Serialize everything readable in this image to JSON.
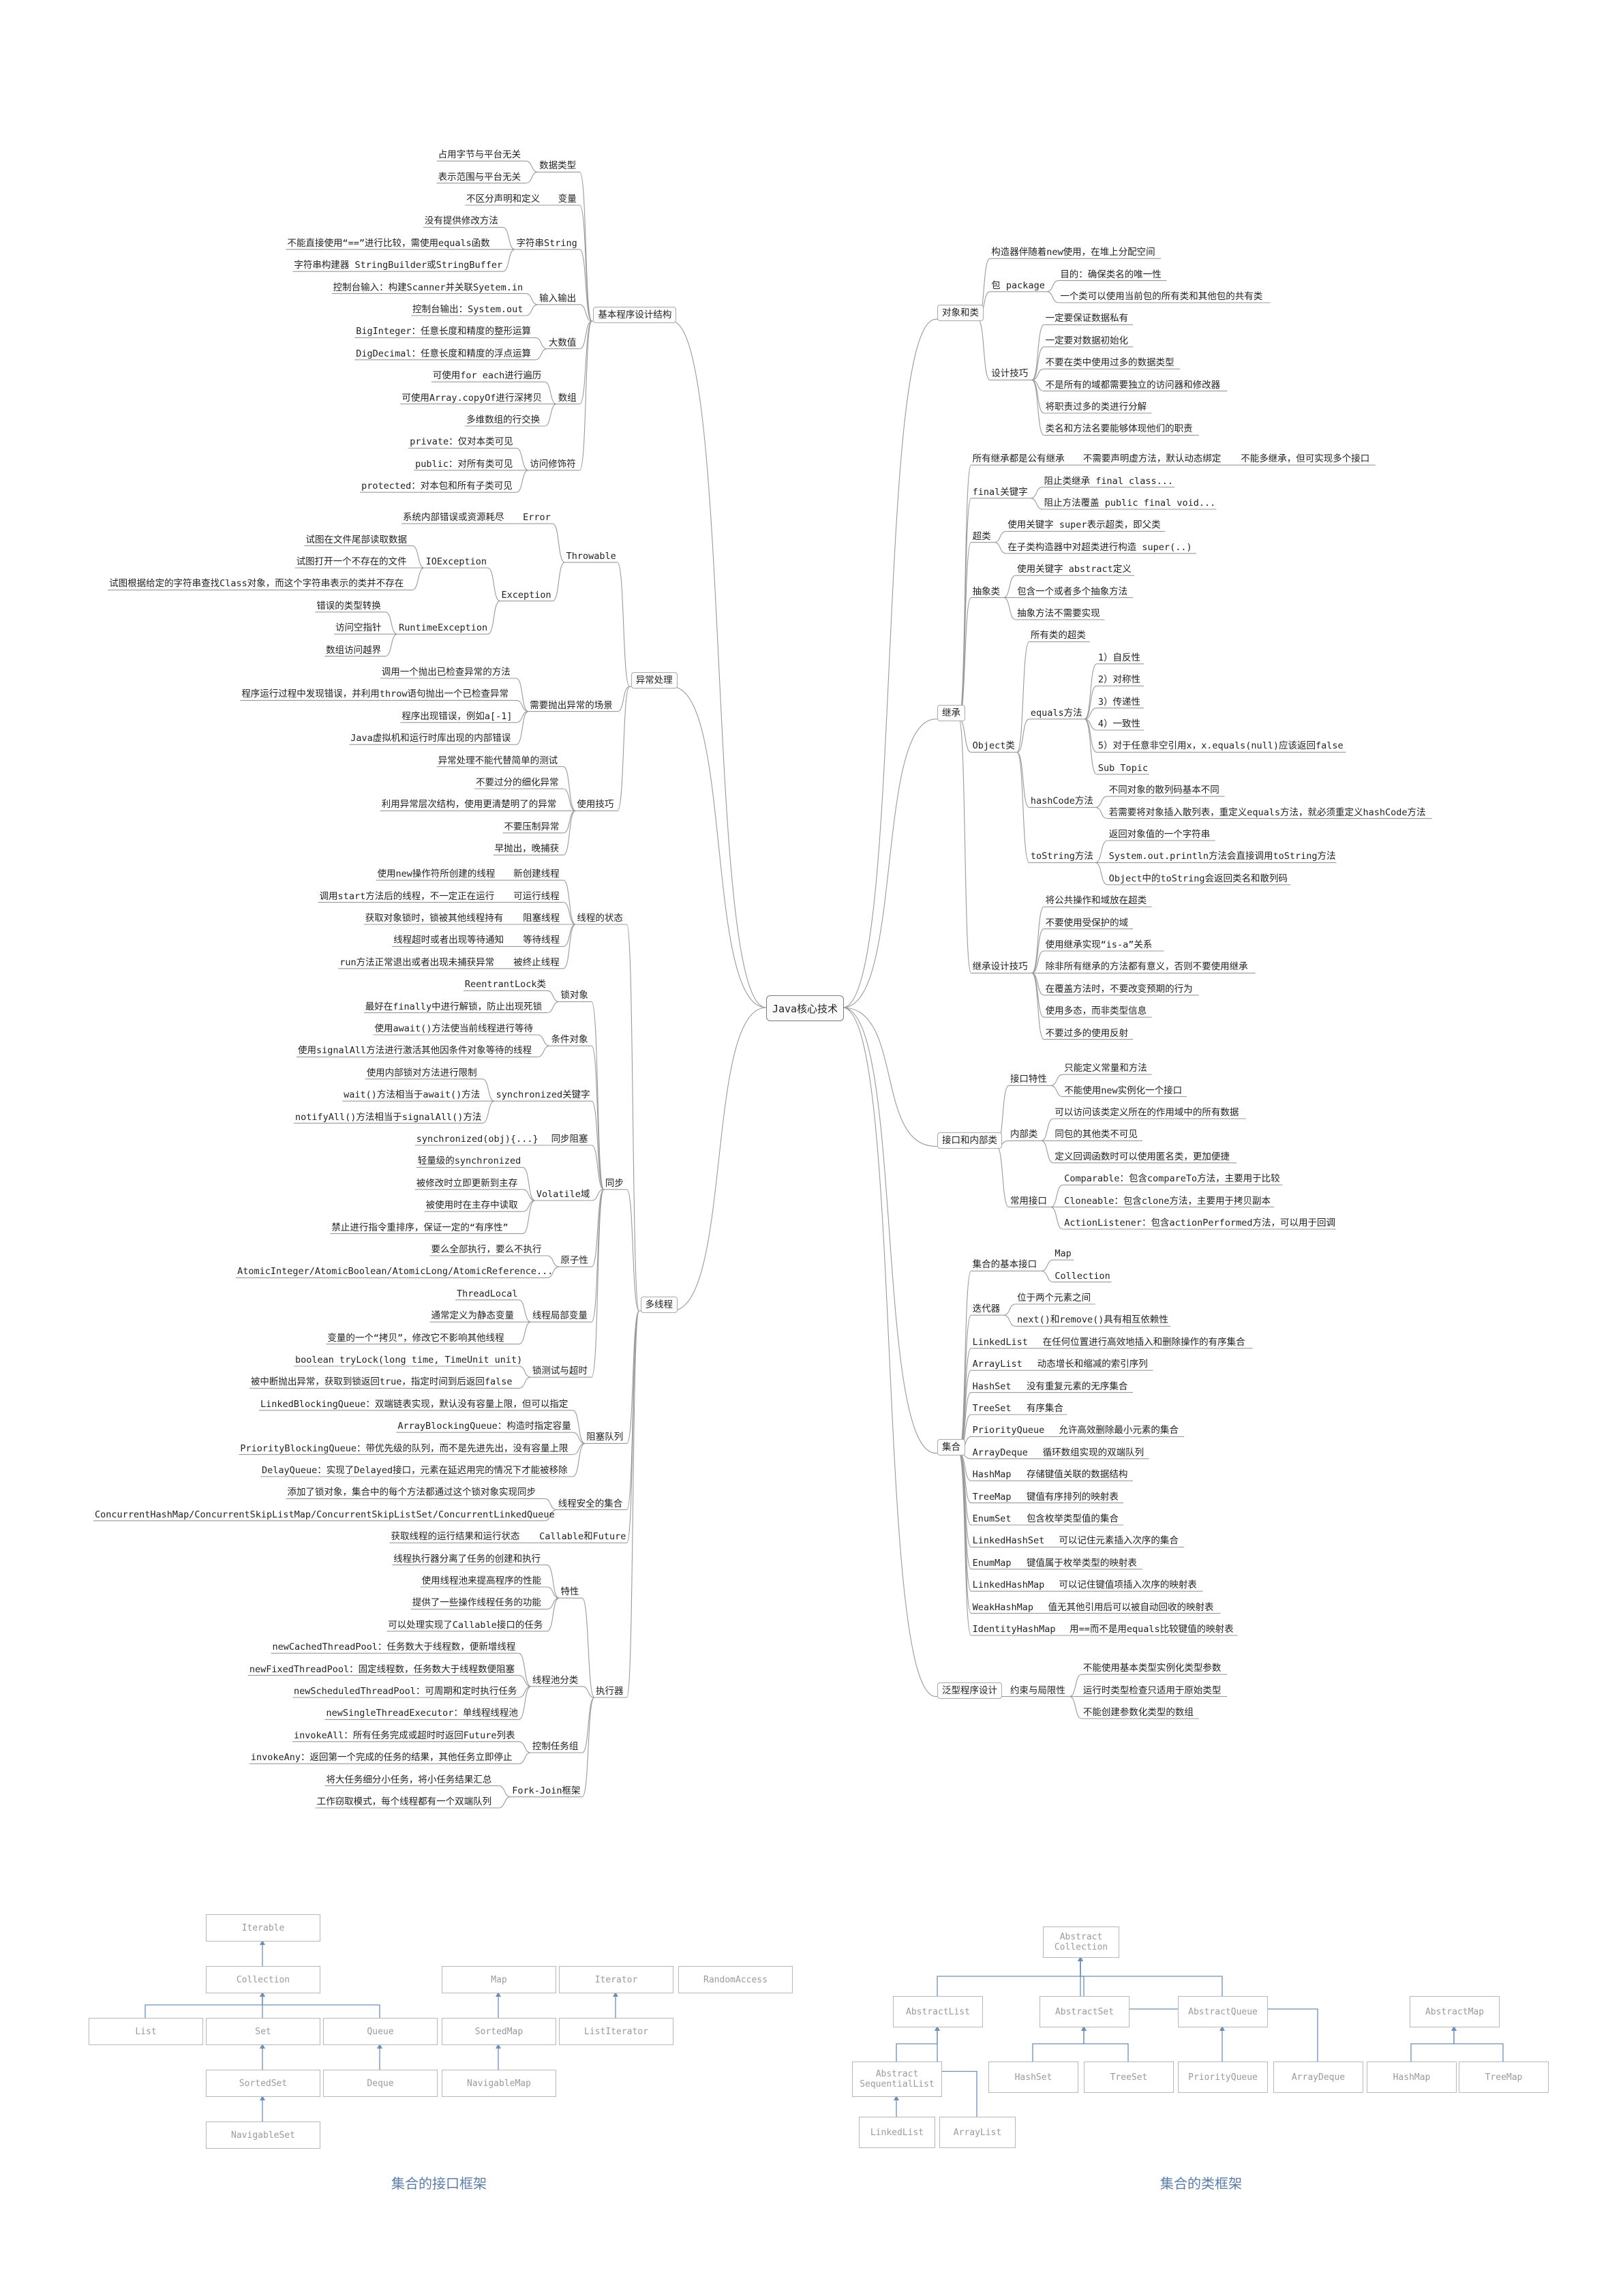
{
  "root": "Java核心技术",
  "left": [
    {
      "label": "基本程序设计结构",
      "children": [
        {
          "label": "数据类型",
          "children": [
            {
              "label": "占用字节与平台无关"
            },
            {
              "label": "表示范围与平台无关"
            }
          ]
        },
        {
          "label": "变量",
          "children": [
            {
              "label": "不区分声明和定义"
            }
          ]
        },
        {
          "label": "字符串String",
          "children": [
            {
              "label": "没有提供修改方法"
            },
            {
              "label": "不能直接使用“==”进行比较，需使用equals函数"
            },
            {
              "label": "字符串构建器 StringBuilder或StringBuffer"
            }
          ]
        },
        {
          "label": "输入输出",
          "children": [
            {
              "label": "控制台输入：构建Scanner并关联Syetem.in"
            },
            {
              "label": "控制台输出：System.out"
            }
          ]
        },
        {
          "label": "大数值",
          "children": [
            {
              "label": "BigInteger：任意长度和精度的整形运算"
            },
            {
              "label": "DigDecimal：任意长度和精度的浮点运算"
            }
          ]
        },
        {
          "label": "数组",
          "children": [
            {
              "label": "可使用for each进行遍历"
            },
            {
              "label": "可使用Array.copyOf进行深拷贝"
            },
            {
              "label": "多维数组的行交换"
            }
          ]
        },
        {
          "label": "访问修饰符",
          "children": [
            {
              "label": "private：仅对本类可见"
            },
            {
              "label": "public：对所有类可见"
            },
            {
              "label": "protected：对本包和所有子类可见"
            }
          ]
        }
      ]
    },
    {
      "label": "异常处理",
      "children": [
        {
          "label": "Throwable",
          "children": [
            {
              "label": "Error",
              "children": [
                {
                  "label": "系统内部错误或资源耗尽"
                }
              ]
            },
            {
              "label": "Exception",
              "children": [
                {
                  "label": "IOException",
                  "children": [
                    {
                      "label": "试图在文件尾部读取数据"
                    },
                    {
                      "label": "试图打开一个不存在的文件"
                    },
                    {
                      "label": "试图根据给定的字符串查找Class对象，而这个字符串表示的类并不存在"
                    }
                  ]
                },
                {
                  "label": "RuntimeException",
                  "children": [
                    {
                      "label": "错误的类型转换"
                    },
                    {
                      "label": "访问空指针"
                    },
                    {
                      "label": "数组访问越界"
                    }
                  ]
                }
              ]
            }
          ]
        },
        {
          "label": "需要抛出异常的场景",
          "children": [
            {
              "label": "调用一个抛出已检查异常的方法"
            },
            {
              "label": "程序运行过程中发现错误，并利用throw语句抛出一个已检查异常"
            },
            {
              "label": "程序出现错误，例如a[-1]"
            },
            {
              "label": "Java虚拟机和运行时库出现的内部错误"
            }
          ]
        },
        {
          "label": "使用技巧",
          "children": [
            {
              "label": "异常处理不能代替简单的测试"
            },
            {
              "label": "不要过分的细化异常"
            },
            {
              "label": "利用异常层次结构，使用更清楚明了的异常"
            },
            {
              "label": "不要压制异常"
            },
            {
              "label": "早抛出，晚捕获"
            }
          ]
        }
      ]
    },
    {
      "label": "多线程",
      "children": [
        {
          "label": "线程的状态",
          "children": [
            {
              "label": "新创建线程",
              "children": [
                {
                  "label": "使用new操作符所创建的线程"
                }
              ]
            },
            {
              "label": "可运行线程",
              "children": [
                {
                  "label": "调用start方法后的线程，不一定正在运行"
                }
              ]
            },
            {
              "label": "阻塞线程",
              "children": [
                {
                  "label": "获取对象锁时，锁被其他线程持有"
                }
              ]
            },
            {
              "label": "等待线程",
              "children": [
                {
                  "label": "线程超时或者出现等待通知"
                }
              ]
            },
            {
              "label": "被终止线程",
              "children": [
                {
                  "label": "run方法正常退出或者出现未捕获异常"
                }
              ]
            }
          ]
        },
        {
          "label": "同步",
          "children": [
            {
              "label": "锁对象",
              "children": [
                {
                  "label": "ReentrantLock类"
                },
                {
                  "label": "最好在finally中进行解锁，防止出现死锁"
                }
              ]
            },
            {
              "label": "条件对象",
              "children": [
                {
                  "label": "使用await()方法使当前线程进行等待"
                },
                {
                  "label": "使用signalAll方法进行激活其他因条件对象等待的线程"
                }
              ]
            },
            {
              "label": "synchronized关键字",
              "children": [
                {
                  "label": "使用内部锁对方法进行限制"
                },
                {
                  "label": "wait()方法相当于await()方法"
                },
                {
                  "label": "notifyAll()方法相当于signalAll()方法"
                }
              ]
            },
            {
              "label": "同步阻塞",
              "children": [
                {
                  "label": "synchronized(obj){...}"
                }
              ]
            },
            {
              "label": "Volatile域",
              "children": [
                {
                  "label": "轻量级的synchronized"
                },
                {
                  "label": "被修改时立即更新到主存"
                },
                {
                  "label": "被使用时在主存中读取"
                },
                {
                  "label": "禁止进行指令重排序，保证一定的“有序性”"
                }
              ]
            },
            {
              "label": "原子性",
              "children": [
                {
                  "label": "要么全部执行，要么不执行"
                },
                {
                  "label": "AtomicInteger/AtomicBoolean/AtomicLong/AtomicReference..."
                }
              ]
            },
            {
              "label": "线程局部变量",
              "children": [
                {
                  "label": "ThreadLocal"
                },
                {
                  "label": "通常定义为静态变量"
                },
                {
                  "label": "变量的一个“拷贝”，修改它不影响其他线程"
                }
              ]
            },
            {
              "label": "锁测试与超时",
              "children": [
                {
                  "label": "boolean tryLock(long time, TimeUnit unit)"
                },
                {
                  "label": "被中断抛出异常，获取到锁返回true，指定时间到后返回false"
                }
              ]
            }
          ]
        },
        {
          "label": "阻塞队列",
          "children": [
            {
              "label": "LinkedBlockingQueue：双端链表实现，默认没有容量上限，但可以指定"
            },
            {
              "label": "ArrayBlockingQueue：构造时指定容量"
            },
            {
              "label": "PriorityBlockingQueue：带优先级的队列，而不是先进先出，没有容量上限"
            },
            {
              "label": "DelayQueue：实现了Delayed接口，元素在延迟用完的情况下才能被移除"
            }
          ]
        },
        {
          "label": "线程安全的集合",
          "children": [
            {
              "label": "添加了锁对象，集合中的每个方法都通过这个锁对象实现同步"
            },
            {
              "label": "ConcurrentHashMap/ConcurrentSkipListMap/ConcurrentSkipListSet/ConcurrentLinkedQueue"
            }
          ]
        },
        {
          "label": "Callable和Future",
          "children": [
            {
              "label": "获取线程的运行结果和运行状态"
            }
          ]
        },
        {
          "label": "执行器",
          "children": [
            {
              "label": "特性",
              "children": [
                {
                  "label": "线程执行器分离了任务的创建和执行"
                },
                {
                  "label": "使用线程池来提高程序的性能"
                },
                {
                  "label": "提供了一些操作线程任务的功能"
                },
                {
                  "label": "可以处理实现了Callable接口的任务"
                }
              ]
            },
            {
              "label": "线程池分类",
              "children": [
                {
                  "label": "newCachedThreadPool：任务数大于线程数，便新增线程"
                },
                {
                  "label": "newFixedThreadPool：固定线程数，任务数大于线程数便阻塞"
                },
                {
                  "label": "newScheduledThreadPool：可周期和定时执行任务"
                },
                {
                  "label": "newSingleThreadExecutor：单线程线程池"
                }
              ]
            },
            {
              "label": "控制任务组",
              "children": [
                {
                  "label": "invokeAll：所有任务完成或超时时返回Future列表"
                },
                {
                  "label": "invokeAny：返回第一个完成的任务的结果，其他任务立即停止"
                }
              ]
            },
            {
              "label": "Fork-Join框架",
              "children": [
                {
                  "label": "将大任务细分小任务，将小任务结果汇总"
                },
                {
                  "label": "工作窃取模式，每个线程都有一个双端队列"
                }
              ]
            }
          ]
        }
      ]
    }
  ],
  "right": [
    {
      "label": "对象和类",
      "children": [
        {
          "label": "构造器伴随着new使用，在堆上分配空间"
        },
        {
          "label": "包 package",
          "children": [
            {
              "label": "目的：确保类名的唯一性"
            },
            {
              "label": "一个类可以使用当前包的所有类和其他包的共有类"
            }
          ]
        },
        {
          "label": "设计技巧",
          "children": [
            {
              "label": "一定要保证数据私有"
            },
            {
              "label": "一定要对数据初始化"
            },
            {
              "label": "不要在类中使用过多的数据类型"
            },
            {
              "label": "不是所有的域都需要独立的访问器和修改器"
            },
            {
              "label": "将职责过多的类进行分解"
            },
            {
              "label": "类名和方法名要能够体现他们的职责"
            }
          ]
        }
      ]
    },
    {
      "label": "继承",
      "children": [
        {
          "label": "所有继承都是公有继承",
          "children": [
            {
              "label": "不需要声明虚方法，默认动态绑定",
              "children": [
                {
                  "label": "不能多继承，但可实现多个接口"
                }
              ]
            }
          ]
        },
        {
          "label": "final关键字",
          "children": [
            {
              "label": "阻止类继承 final class..."
            },
            {
              "label": "阻止方法覆盖 public final void..."
            }
          ]
        },
        {
          "label": "超类",
          "children": [
            {
              "label": "使用关键字 super表示超类，即父类"
            },
            {
              "label": "在子类构造器中对超类进行构造 super(..)"
            }
          ]
        },
        {
          "label": "抽象类",
          "children": [
            {
              "label": "使用关键字 abstract定义"
            },
            {
              "label": "包含一个或者多个抽象方法"
            },
            {
              "label": "抽象方法不需要实现"
            }
          ]
        },
        {
          "label": "Object类",
          "children": [
            {
              "label": "所有类的超类"
            },
            {
              "label": "equals方法",
              "children": [
                {
                  "label": "1）自反性"
                },
                {
                  "label": "2）对称性"
                },
                {
                  "label": "3）传递性"
                },
                {
                  "label": "4）一致性"
                },
                {
                  "label": "5）对于任意非空引用x，x.equals(null)应该返回false"
                },
                {
                  "label": "Sub Topic"
                }
              ]
            },
            {
              "label": "hashCode方法",
              "children": [
                {
                  "label": "不同对象的散列码基本不同"
                },
                {
                  "label": "若需要将对象插入散列表，重定义equals方法，就必须重定义hashCode方法"
                }
              ]
            },
            {
              "label": "toString方法",
              "children": [
                {
                  "label": "返回对象值的一个字符串"
                },
                {
                  "label": "System.out.println方法会直接调用toString方法"
                },
                {
                  "label": "Object中的toString会返回类名和散列码"
                }
              ]
            }
          ]
        },
        {
          "label": "继承设计技巧",
          "children": [
            {
              "label": "将公共操作和域放在超类"
            },
            {
              "label": "不要使用受保护的域"
            },
            {
              "label": "使用继承实现“is-a”关系"
            },
            {
              "label": "除非所有继承的方法都有意义，否则不要使用继承"
            },
            {
              "label": "在覆盖方法时，不要改变预期的行为"
            },
            {
              "label": "使用多态，而非类型信息"
            },
            {
              "label": "不要过多的使用反射"
            }
          ]
        }
      ]
    },
    {
      "label": "接口和内部类",
      "children": [
        {
          "label": "接口特性",
          "children": [
            {
              "label": "只能定义常量和方法"
            },
            {
              "label": "不能使用new实例化一个接口"
            }
          ]
        },
        {
          "label": "内部类",
          "children": [
            {
              "label": "可以访问该类定义所在的作用域中的所有数据"
            },
            {
              "label": "同包的其他类不可见"
            },
            {
              "label": "定义回调函数时可以使用匿名类，更加便捷"
            }
          ]
        },
        {
          "label": "常用接口",
          "children": [
            {
              "label": "Comparable：包含compareTo方法，主要用于比较"
            },
            {
              "label": "Cloneable：包含clone方法，主要用于拷贝副本"
            },
            {
              "label": "ActionListener：包含actionPerformed方法，可以用于回调"
            }
          ]
        }
      ]
    },
    {
      "label": "集合",
      "children": [
        {
          "label": "集合的基本接口",
          "children": [
            {
              "label": "Map"
            },
            {
              "label": "Collection"
            }
          ]
        },
        {
          "label": "迭代器",
          "children": [
            {
              "label": "位于两个元素之间"
            },
            {
              "label": "next()和remove()具有相互依赖性"
            }
          ]
        },
        {
          "label": "LinkedList",
          "children": [
            {
              "label": "在任何位置进行高效地插入和删除操作的有序集合"
            }
          ]
        },
        {
          "label": "ArrayList",
          "children": [
            {
              "label": "动态增长和缩减的索引序列"
            }
          ]
        },
        {
          "label": "HashSet",
          "children": [
            {
              "label": "没有重复元素的无序集合"
            }
          ]
        },
        {
          "label": "TreeSet",
          "children": [
            {
              "label": "有序集合"
            }
          ]
        },
        {
          "label": "PriorityQueue",
          "children": [
            {
              "label": "允许高效删除最小元素的集合"
            }
          ]
        },
        {
          "label": "ArrayDeque",
          "children": [
            {
              "label": "循环数组实现的双端队列"
            }
          ]
        },
        {
          "label": "HashMap",
          "children": [
            {
              "label": "存储键值关联的数据结构"
            }
          ]
        },
        {
          "label": "TreeMap",
          "children": [
            {
              "label": "键值有序排列的映射表"
            }
          ]
        },
        {
          "label": "EnumSet",
          "children": [
            {
              "label": "包含枚举类型值的集合"
            }
          ]
        },
        {
          "label": "LinkedHashSet",
          "children": [
            {
              "label": "可以记住元素插入次序的集合"
            }
          ]
        },
        {
          "label": "EnumMap",
          "children": [
            {
              "label": "键值属于枚举类型的映射表"
            }
          ]
        },
        {
          "label": "LinkedHashMap",
          "children": [
            {
              "label": "可以记住键值项插入次序的映射表"
            }
          ]
        },
        {
          "label": "WeakHashMap",
          "children": [
            {
              "label": "值无其他引用后可以被自动回收的映射表"
            }
          ]
        },
        {
          "label": "IdentityHashMap",
          "children": [
            {
              "label": "用==而不是用equals比较键值的映射表"
            }
          ]
        }
      ]
    },
    {
      "label": "泛型程序设计",
      "children": [
        {
          "label": "约束与局限性",
          "children": [
            {
              "label": "不能使用基本类型实例化类型参数"
            },
            {
              "label": "运行时类型检查只适用于原始类型"
            },
            {
              "label": "不能创建参数化类型的数组"
            }
          ]
        }
      ]
    }
  ],
  "interface_diagram": {
    "caption": "集合的接口框架",
    "boxes": {
      "iterable": "Iterable",
      "collection": "Collection",
      "list": "List",
      "set": "Set",
      "queue": "Queue",
      "sortedset": "SortedSet",
      "deque": "Deque",
      "navigableset": "NavigableSet",
      "map": "Map",
      "sortedmap": "SortedMap",
      "navigablemap": "NavigableMap",
      "iterator": "Iterator",
      "listiterator": "ListIterator",
      "randomaccess": "RandomAccess"
    }
  },
  "class_diagram": {
    "caption": "集合的类框架",
    "boxes": {
      "abscollection": "Abstract Collection",
      "abslist": "AbstractList",
      "absset": "AbstractSet",
      "absqueue": "AbstractQueue",
      "absseqlist": "Abstract SequentialList",
      "hashset": "HashSet",
      "treeset": "TreeSet",
      "priorityqueue": "PriorityQueue",
      "arraydeque": "ArrayDeque",
      "linkedlist": "LinkedList",
      "arraylist": "ArrayList",
      "absmap": "AbstractMap",
      "hashmap": "HashMap",
      "treemap": "TreeMap"
    }
  }
}
